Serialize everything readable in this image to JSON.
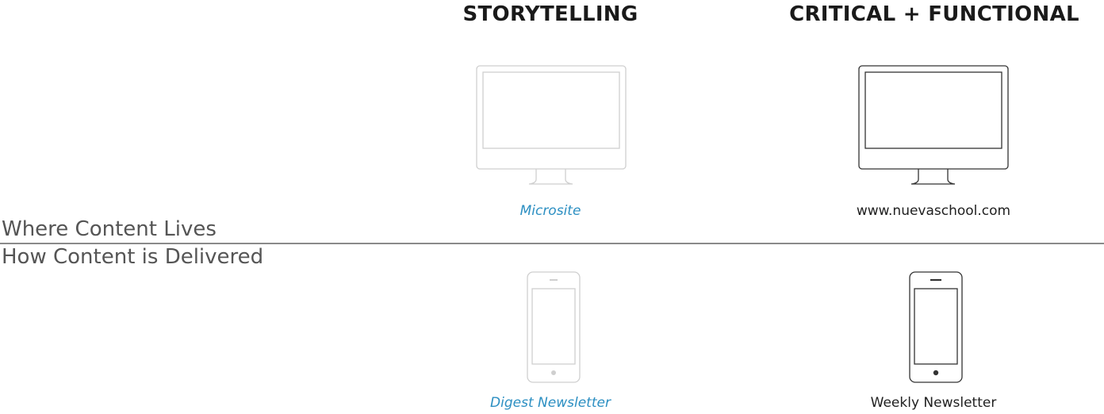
{
  "columns": {
    "storytelling": "STORYTELLING",
    "functional": "CRITICAL + FUNCTIONAL"
  },
  "rows": {
    "where": "Where Content Lives",
    "how": "How Content is Delivered"
  },
  "items": {
    "microsite": "Microsite",
    "website": "www.nuevaschool.com",
    "digest": "Digest Newsletter",
    "weekly": "Weekly Newsletter"
  },
  "icons": {
    "storytelling_monitor": "desktop-monitor-icon",
    "functional_monitor": "desktop-monitor-icon",
    "storytelling_phone": "smartphone-icon",
    "functional_phone": "smartphone-icon"
  },
  "colors": {
    "storytelling_accent": "#2c8fc2",
    "storytelling_icon": "#cfcfcf",
    "functional_icon": "#333333",
    "divider": "#8a8a8a"
  }
}
